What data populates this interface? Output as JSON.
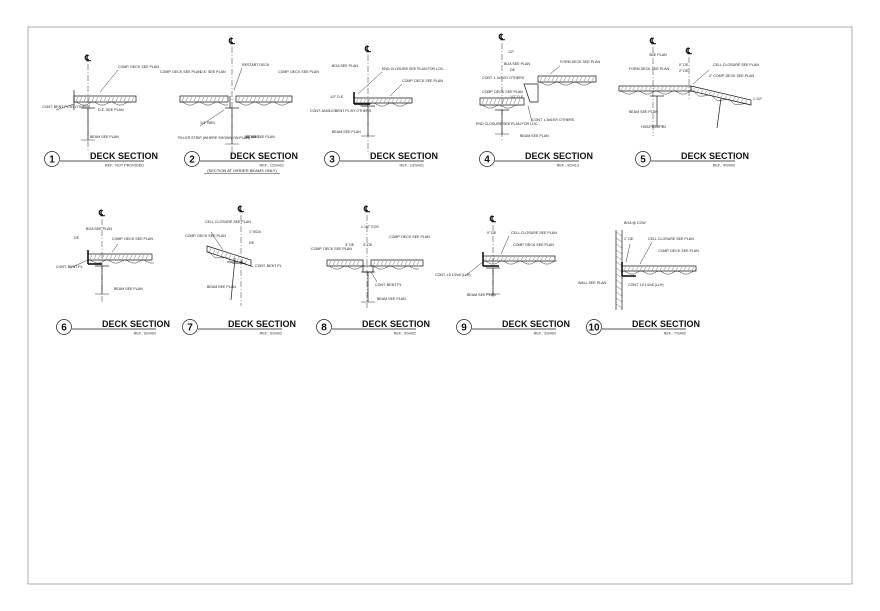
{
  "sheet": {
    "title": ""
  },
  "details": [
    {
      "number": "1",
      "title": "DECK SECTION",
      "ref": "REF.: NOT PROVIDED",
      "subnote": "",
      "notes": [
        "D.E. SEE PLAN",
        "COMP. DECK SEE PLAN",
        "CONT. BENT PL BY OTHERS",
        "BEAM SEE PLAN"
      ]
    },
    {
      "number": "2",
      "title": "DECK SECTION",
      "ref": "REF.: 12/S421",
      "subnote": "(SECTION AT GIRDER BEAMS ONLY)",
      "notes": [
        "COMP. DECK SEE PLAN",
        "D.E. SEE PLAN",
        "RESTART DECK",
        "COMP. DECK SEE PLAN",
        "1/2\" BRG.",
        "1/2\" BRG.",
        "FILLER STRIP (WHERE SHOWN ON PLAN)",
        "BEAM SEE PLAN"
      ]
    },
    {
      "number": "3",
      "title": "DECK SECTION",
      "ref": "REF.: 13/S421",
      "subnote": "",
      "notes": [
        "BOA SEE PLAN",
        "END CLOSURE SEE PLAN FOR LOC.",
        "COMP. DECK SEE PLAN",
        "1/2\" D.E.",
        "CONT. ANGLE/BENT PL BY OTHERS",
        "BEAM SEE PLAN"
      ]
    },
    {
      "number": "4",
      "title": "DECK SECTION",
      "ref": "REF.: 3/S413",
      "subnote": "",
      "notes": [
        "1/2\"",
        "BOA SEE PLAN",
        "DE",
        "FORM DECK SEE PLAN",
        "CONT. L 3x3 BY OTHERS",
        "COMP. DECK SEE PLAN",
        "1/2\" D.E.",
        "END CLOSURE SEE PLAN FOR LOC.",
        "CONT. L 6x6 BY OTHERS",
        "BEAM SEE PLAN"
      ]
    },
    {
      "number": "5",
      "title": "DECK SECTION",
      "ref": "REF.: 4/S400",
      "subnote": "",
      "notes": [
        "SEE PLAN",
        "FORM DECK SEE PLAN",
        "0\" DE",
        "2\" DE",
        "CELL CLOSURE SEE PLAN",
        "2\" COMP. DECK SEE PLAN",
        "BEAM SEE PLAN",
        "HSS2 1/2x2 1/2",
        "1 1/2\""
      ]
    },
    {
      "number": "6",
      "title": "DECK SECTION",
      "ref": "REF.: 6/S402",
      "subnote": "",
      "notes": [
        "BOA SEE PLAN",
        "DE",
        "COMP. DECK SEE PLAN",
        "CONT. BENT PL",
        "BEAM SEE PLAN"
      ]
    },
    {
      "number": "7",
      "title": "DECK SECTION",
      "ref": "REF.: 5/S402",
      "subnote": "",
      "notes": [
        "CELL CLOSURE SEE PLAN",
        "COMP. DECK SEE PLAN",
        "1\" BOA",
        "DE",
        "CONT. BENT PL",
        "BEAM SEE PLAN"
      ]
    },
    {
      "number": "8",
      "title": "DECK SECTION",
      "ref": "REF.: 9/S402",
      "subnote": "",
      "notes": [
        "± 1/2\" EOS",
        "COMP. DECK SEE PLAN",
        "COMP. DECK SEE PLAN",
        "3\" DE",
        "3\" DE",
        "CONT. BENT PL",
        "BEAM SEE PLAN"
      ]
    },
    {
      "number": "9",
      "title": "DECK SECTION",
      "ref": "REF.: 3/S402",
      "subnote": "",
      "notes": [
        "0\" DE",
        "CELL CLOSURE SEE PLAN",
        "COMP. DECK SEE PLAN",
        "CONT. L5 1/2x8 (LLH)",
        "BEAM SEE PLAN"
      ]
    },
    {
      "number": "10",
      "title": "DECK SECTION",
      "ref": "REF.: 7/S402",
      "subnote": "",
      "notes": [
        "BOA @ COW",
        "1\" DE",
        "CELL CLOSURE SEE PLAN",
        "COMP. DECK SEE PLAN",
        "WALL SEE PLAN",
        "CONT. L5 1/2x8 (LLH)"
      ]
    }
  ]
}
